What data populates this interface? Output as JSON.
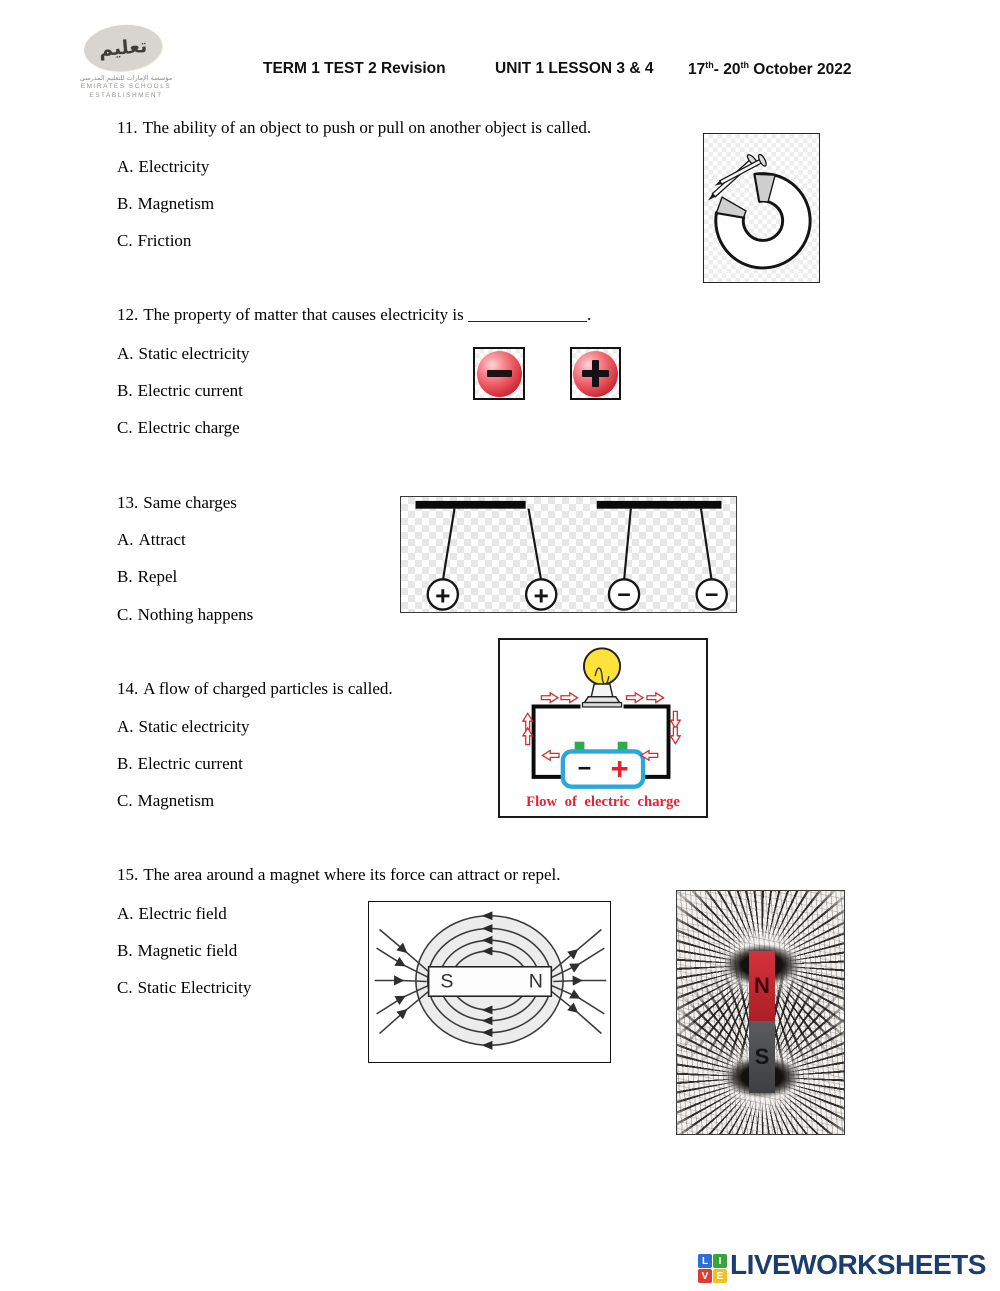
{
  "header": {
    "logo": {
      "arabic_name": "تعليم",
      "arabic_sub": "مؤسسة الإمارات للتعليم المدرسي",
      "org_line1": "EMIRATES SCHOOLS",
      "org_line2": "ESTABLISHMENT"
    },
    "title": "TERM 1 TEST 2 Revision",
    "unit": "UNIT 1 LESSON 3 & 4",
    "date": {
      "day1": "17",
      "sup1": "th",
      "mid": "- 20",
      "sup2": "th",
      "rest": " October 2022"
    }
  },
  "questions": [
    {
      "number": "11.",
      "text": "The ability of an object to push or pull on another object is called.",
      "options": [
        {
          "label": "A.",
          "text": "Electricity"
        },
        {
          "label": "B.",
          "text": "Magnetism"
        },
        {
          "label": "C.",
          "text": "Friction"
        }
      ]
    },
    {
      "number": "12.",
      "text": "The property of matter that causes electricity is ______________.",
      "options": [
        {
          "label": "A.",
          "text": "Static electricity"
        },
        {
          "label": "B.",
          "text": "Electric current"
        },
        {
          "label": "C.",
          "text": "Electric charge"
        }
      ]
    },
    {
      "number": "13.",
      "text": "Same charges",
      "options": [
        {
          "label": "A.",
          "text": "Attract"
        },
        {
          "label": "B.",
          "text": "Repel"
        },
        {
          "label": "C.",
          "text": "Nothing happens"
        }
      ]
    },
    {
      "number": "14.",
      "text": "A flow of charged particles is called.",
      "options": [
        {
          "label": "A.",
          "text": "Static electricity"
        },
        {
          "label": "B.",
          "text": "Electric current"
        },
        {
          "label": "C.",
          "text": "Magnetism"
        }
      ]
    },
    {
      "number": "15.",
      "text": "The area around a magnet where its force can attract or repel.",
      "options": [
        {
          "label": "A.",
          "text": "Electric field"
        },
        {
          "label": "B.",
          "text": "Magnetic field"
        },
        {
          "label": "C.",
          "text": "Static Electricity"
        }
      ]
    }
  ],
  "figures": {
    "charge_minus_symbol": "−",
    "charge_plus_symbol": "+",
    "pendulum": {
      "ball1": "+",
      "ball2": "+",
      "ball3": "−",
      "ball4": "−"
    },
    "circuit": {
      "battery_minus": "−",
      "battery_plus": "+",
      "caption": "Flow of electric charge"
    },
    "field_diagram": {
      "south": "S",
      "north": "N"
    },
    "filings_photo": {
      "north": "N",
      "south": "S"
    }
  },
  "footer": {
    "squares": {
      "l": "L",
      "i": "I",
      "v": "V",
      "e": "E"
    },
    "brand": "LIVEWORKSHEETS"
  },
  "colors": {
    "charge_red": "#c8202d",
    "battery_blue": "#29a8dc",
    "terminal_green": "#2eab4f",
    "arrow_red": "#d22b2b",
    "caption_red": "#e8212e",
    "magnet_n_red": "#c4232b",
    "magnet_s_gray": "#4d4f52",
    "brand_navy": "#1c3e6d"
  }
}
